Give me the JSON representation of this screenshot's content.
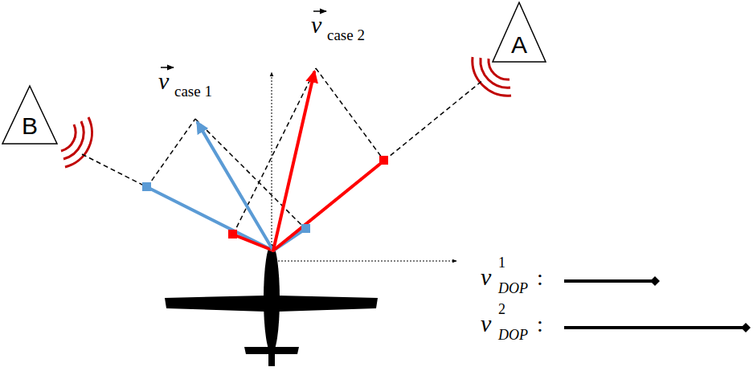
{
  "diagram": {
    "nodes": [
      {
        "text": [
          "A"
        ]
      },
      {
        "text": [
          "B"
        ]
      }
    ],
    "labels": [
      "v",
      "case 1",
      "v",
      "case 2",
      "1",
      "DOP",
      ":",
      "2",
      "DOP",
      ":"
    ],
    "legend": [
      {
        "text": "v"
      },
      {
        "text": "v"
      }
    ]
  }
}
